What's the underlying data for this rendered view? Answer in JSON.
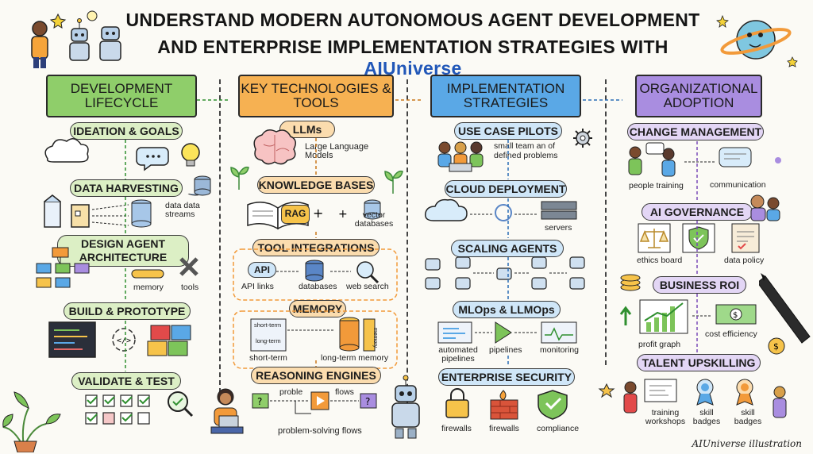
{
  "title": {
    "line1": "UNDERSTAND MODERN AUTONOMOUS AGENT DEVELOPMENT",
    "line2_prefix": "AND ENTERPRISE IMPLEMENTATION STRATEGIES WITH",
    "brand": "AIUniverse"
  },
  "colors": {
    "green_banner": "#8fce6a",
    "orange_banner": "#f6b152",
    "blue_banner": "#5aa8e6",
    "purple_banner": "#a98de0",
    "green_pill": "#dcefc5",
    "orange_pill": "#fbdcae",
    "blue_pill": "#cfe6f8",
    "purple_pill": "#e3d6f5"
  },
  "columns": {
    "development": {
      "banner": "DEVELOPMENT LIFECYCLE",
      "steps": {
        "ideation": "IDEATION & GOALS",
        "data": "DATA HARVESTING",
        "design": "DESIGN AGENT ARCHITECTURE",
        "build": "BUILD & PROTOTYPE",
        "validate": "VALIDATE & TEST"
      },
      "labels": {
        "data_streams": "data data streams",
        "memory": "memory",
        "tools": "tools"
      }
    },
    "technologies": {
      "banner": "KEY TECHNOLOGIES & TOOLS",
      "steps": {
        "llms": "LLMs",
        "kb": "KNOWLEDGE BASES",
        "tools": "TOOL INTEGRATIONS",
        "memory": "MEMORY",
        "reasoning": "REASONING ENGINES"
      },
      "labels": {
        "llm_desc": "Large Language Models",
        "rag": "RAG",
        "vector": "vector databases",
        "api": "API",
        "api_links": "API links",
        "databases": "databases",
        "web_search": "web search",
        "short_term_tag": "short-term",
        "long_term_tag": "long-term",
        "memory_tag": "memory",
        "short_term": "short-term",
        "long_term": "long-term memory",
        "proble": "proble",
        "flows": "flows",
        "problem_solving": "problem-solving flows"
      }
    },
    "implementation": {
      "banner": "IMPLEMENTATION STRATEGIES",
      "steps": {
        "pilots": "USE CASE PILOTS",
        "cloud": "CLOUD DEPLOYMENT",
        "scaling": "SCALING AGENTS",
        "mlops": "MLOps & LLMOps",
        "security": "ENTERPRISE SECURITY"
      },
      "labels": {
        "small_team": "small team an of defined problems",
        "servers": "servers",
        "automated": "automated pipelines",
        "pipelines": "pipelines",
        "monitoring": "monitoring",
        "firewalls1": "firewalls",
        "firewalls2": "firewalls",
        "compliance": "compliance"
      }
    },
    "adoption": {
      "banner": "ORGANIZATIONAL ADOPTION",
      "steps": {
        "change": "CHANGE MANAGEMENT",
        "governance": "AI GOVERNANCE",
        "roi": "BUSINESS ROI",
        "upskilling": "TALENT UPSKILLING"
      },
      "labels": {
        "people_training": "people training",
        "communication": "communication",
        "ethics": "ethics board",
        "data_policy": "data policy",
        "profit": "profit graph",
        "cost": "cost efficiency",
        "workshops": "training workshops",
        "skill1": "skill badges",
        "skill2": "skill badges"
      }
    }
  },
  "credit": "AIUniverse illustration"
}
